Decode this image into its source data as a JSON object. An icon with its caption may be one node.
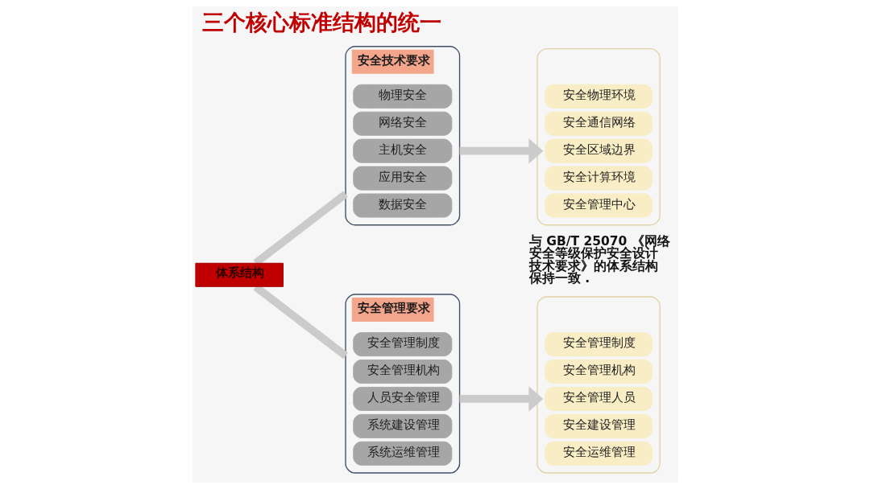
{
  "diagram": {
    "title": "三个核心标准结构的统一",
    "nodes": [
      {
        "text": [
          "体系结构"
        ]
      },
      {
        "text": [
          "安全技术要求"
        ]
      },
      {
        "text": [
          "物理安全"
        ],
        "in": 1
      },
      {
        "text": [
          "网络安全"
        ],
        "in": 1
      },
      {
        "text": [
          "主机安全"
        ],
        "in": 1
      },
      {
        "text": [
          "应用安全"
        ],
        "in": 1
      },
      {
        "text": [
          "数据安全"
        ],
        "in": 1
      },
      {
        "text": [],
        "shape": "box"
      },
      {
        "text": [
          "安全物理环境"
        ],
        "in": 7
      },
      {
        "text": [
          "安全通信网络"
        ],
        "in": 7
      },
      {
        "text": [
          "安全区域边界"
        ],
        "in": 7
      },
      {
        "text": [
          "安全计算环境"
        ],
        "in": 7
      },
      {
        "text": [
          "安全管理中心"
        ],
        "in": 7
      },
      {
        "text": [
          "安全管理要求"
        ]
      },
      {
        "text": [
          "安全管理制度"
        ],
        "in": 13
      },
      {
        "text": [
          "安全管理机构"
        ],
        "in": 13
      },
      {
        "text": [
          "人员安全管理"
        ],
        "in": 13
      },
      {
        "text": [
          "系统建设管理"
        ],
        "in": 13
      },
      {
        "text": [
          "系统运维管理"
        ],
        "in": 13
      },
      {
        "text": [],
        "shape": "box"
      },
      {
        "text": [
          "安全管理制度"
        ],
        "in": 19
      },
      {
        "text": [
          "安全管理机构"
        ],
        "in": 19
      },
      {
        "text": [
          "安全管理人员"
        ],
        "in": 19
      },
      {
        "text": [
          "安全建设管理"
        ],
        "in": 19
      },
      {
        "text": [
          "安全运维管理"
        ],
        "in": 19
      }
    ],
    "edges": [
      {
        "from": 0,
        "to": 1,
        "arrow": "none"
      },
      {
        "from": 0,
        "to": 13,
        "arrow": "none"
      },
      {
        "from": 1,
        "to": 7,
        "arrow": "to"
      },
      {
        "from": 13,
        "to": 19,
        "arrow": "to"
      }
    ],
    "labels": [
      "与 GB/T 25070 《网络安全等级保护安全设计技术要求》的体系结构保持一致 ."
    ]
  }
}
